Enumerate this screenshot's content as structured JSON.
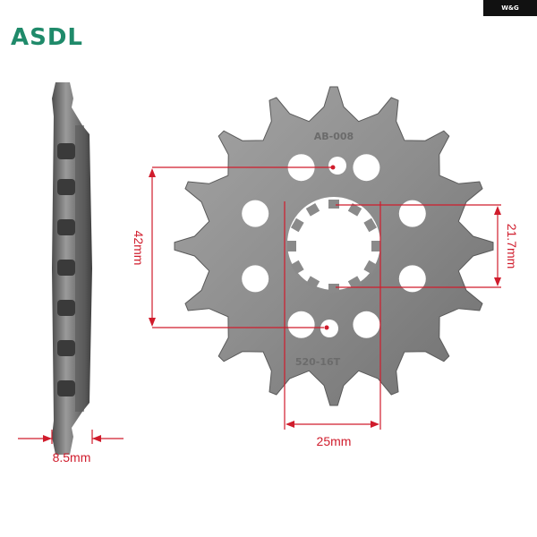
{
  "brand": {
    "name": "ASDL"
  },
  "badge": {
    "text": "W&G"
  },
  "sprocket": {
    "part_number": "AB-008",
    "stamp": "520-16T",
    "teeth_count": 16
  },
  "dimensions": {
    "thickness": "8.5mm",
    "bolt_hole_spacing": "42mm",
    "spline_inner_diameter": "21.7mm",
    "spline_outer_diameter": "25mm"
  },
  "colors": {
    "brand": "#1f8a6a",
    "dimension": "#d01c2c",
    "metal_light": "#9a9a9a",
    "metal_dark": "#5e5e5e"
  }
}
